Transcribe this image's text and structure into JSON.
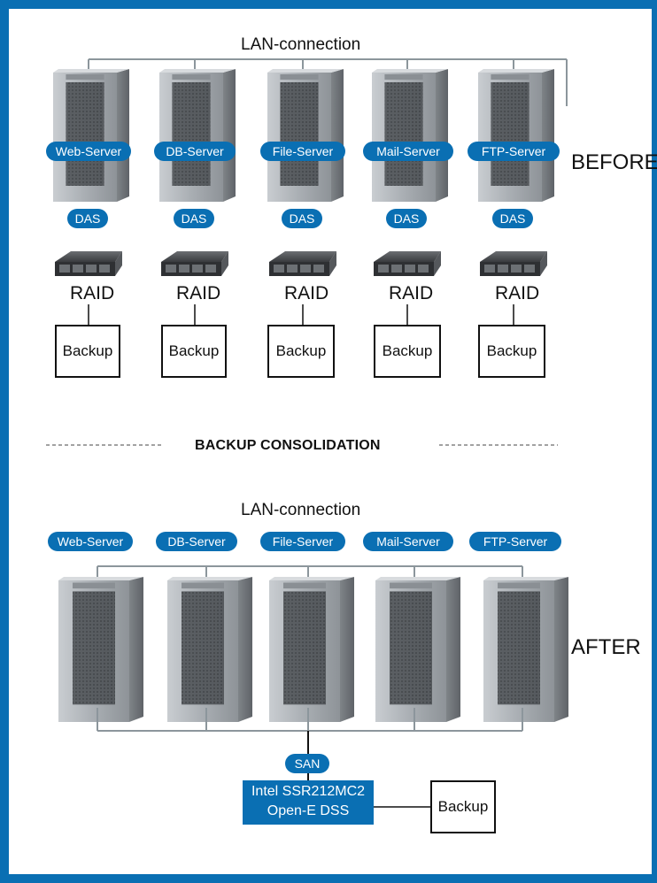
{
  "before": {
    "lan_label": "LAN-connection",
    "side_label": "BEFORE",
    "servers": [
      {
        "name": "Web-Server",
        "das": "DAS",
        "raid": "RAID",
        "backup": "Backup"
      },
      {
        "name": "DB-Server",
        "das": "DAS",
        "raid": "RAID",
        "backup": "Backup"
      },
      {
        "name": "File-Server",
        "das": "DAS",
        "raid": "RAID",
        "backup": "Backup"
      },
      {
        "name": "Mail-Server",
        "das": "DAS",
        "raid": "RAID",
        "backup": "Backup"
      },
      {
        "name": "FTP-Server",
        "das": "DAS",
        "raid": "RAID",
        "backup": "Backup"
      }
    ]
  },
  "divider": {
    "label": "BACKUP CONSOLIDATION"
  },
  "after": {
    "lan_label": "LAN-connection",
    "side_label": "AFTER",
    "servers": [
      "Web-Server",
      "DB-Server",
      "File-Server",
      "Mail-Server",
      "FTP-Server"
    ],
    "san_label": "SAN",
    "storage_line1": "Intel SSR212MC2",
    "storage_line2": "Open-E DSS",
    "backup": "Backup"
  },
  "colors": {
    "accent": "#0a6fb3",
    "line": "#8c969c",
    "ink": "#111111"
  }
}
